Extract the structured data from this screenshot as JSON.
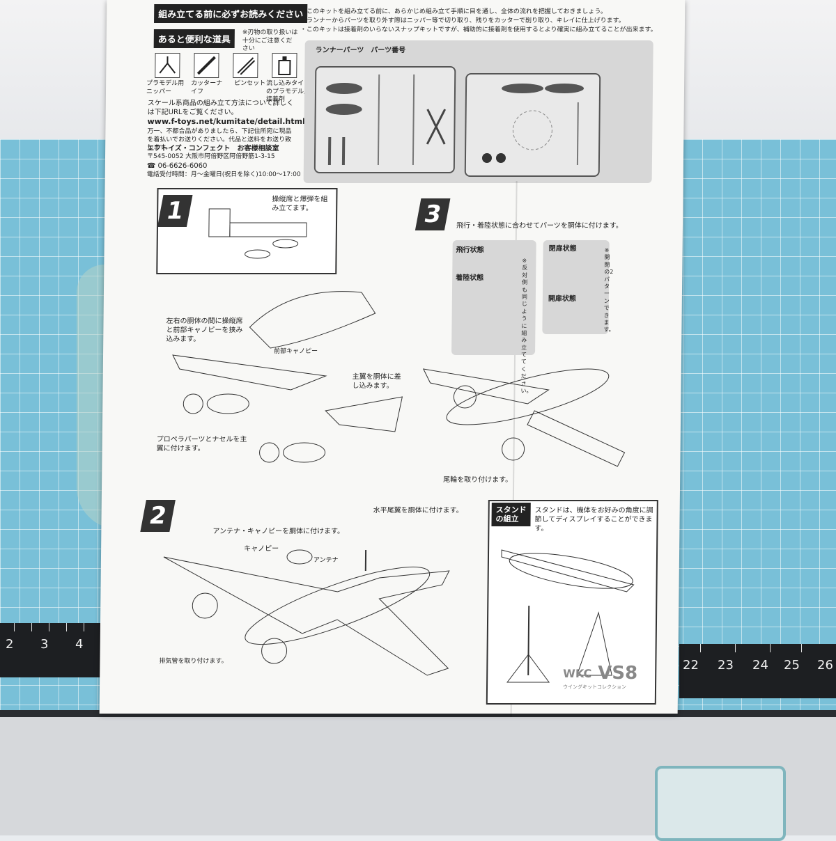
{
  "instruction_sheet": {
    "must_read_label": "組み立てる前に必ずお読みください",
    "tools_label": "あると便利な道具",
    "tools_note": "※刃物の取り扱いは十分にご注意ください",
    "tools": [
      {
        "label": "プラモデル用ニッパー",
        "icon": "nipper-icon"
      },
      {
        "label": "カッターナイフ",
        "icon": "knife-icon"
      },
      {
        "label": "ピンセット",
        "icon": "tweezers-icon"
      },
      {
        "label": "流し込みタイプのプラモデル用接着剤",
        "icon": "glue-icon"
      }
    ],
    "header_notes": [
      "・このキットを組み立てる前に、あらかじめ組み立て手順に目を通し、全体の流れを把握しておきましょう。",
      "・ランナーからパーツを取り外す際はニッパー等で切り取り、残りをカッターで削り取り、キレイに仕上げります。",
      "・このキットは接着剤のいらないスナップキットですが、補助的に接着剤を使用するとより確実に組み立てることが出来ます。"
    ],
    "runner_legend": "ランナーパーツ　パーツ番号",
    "scale_info": "スケール系商品の組み立て方法について詳しくは下記URLをご覧ください。",
    "url": "www.f-toys.net/kumitate/detail.html",
    "defect_notice": "万一、不都合品がありましたら、下記住所宛に現品を着払いでお送りください。代品と送料をお送り致します。",
    "company": "エフトイズ・コンフェクト　お客様相談室",
    "postal": "〒545-0052 大阪市阿倍野区阿倍野筋1-3-15",
    "phone": "☎ 06-6626-6060",
    "hours": "電話受付時間：月～金曜日(祝日を除く)10:00～17:00",
    "step1": {
      "num": "1",
      "text_a": "操縦席と爆弾を組み立てます。",
      "text_b": "左右の胴体の間に操縦席と前部キャノピーを挟み込みます。",
      "text_c": "主翼を胴体に差し込みます。",
      "text_d": "プロペラパーツとナセルを主翼に付けます。",
      "callout": "前部キャノピー"
    },
    "step2": {
      "num": "2",
      "text_a": "水平尾翼を胴体に付けます。",
      "text_b": "アンテナ・キャノピーを胴体に付けます。",
      "canopy": "キャノピー",
      "antenna": "アンテナ",
      "text_c": "排気管を取り付けます。"
    },
    "step3": {
      "num": "3",
      "text_a": "飛行・着陸状態に合わせてパーツを胴体に付けます。",
      "flight": "飛行状態",
      "landing": "着陸状態",
      "open": "開扉状態",
      "closed": "閉扉状態",
      "note_side": "※反対側も同じように組み立ててください。",
      "note_pattern": "※開閉の2パターンできます。",
      "text_b": "尾輪を取り付けます。"
    },
    "stand": {
      "title_a": "スタンド",
      "title_b": "の組立",
      "text": "スタンドは、機体をお好みの角度に調節してディスプレイすることができます。"
    },
    "logo_main": "VS8",
    "logo_prefix": "WKC",
    "logo_sub": "ウイングキットコレクション"
  },
  "ruler": {
    "left_numbers": [
      "2",
      "3",
      "4"
    ],
    "right_numbers": [
      "22",
      "23",
      "24",
      "25",
      "26"
    ]
  }
}
